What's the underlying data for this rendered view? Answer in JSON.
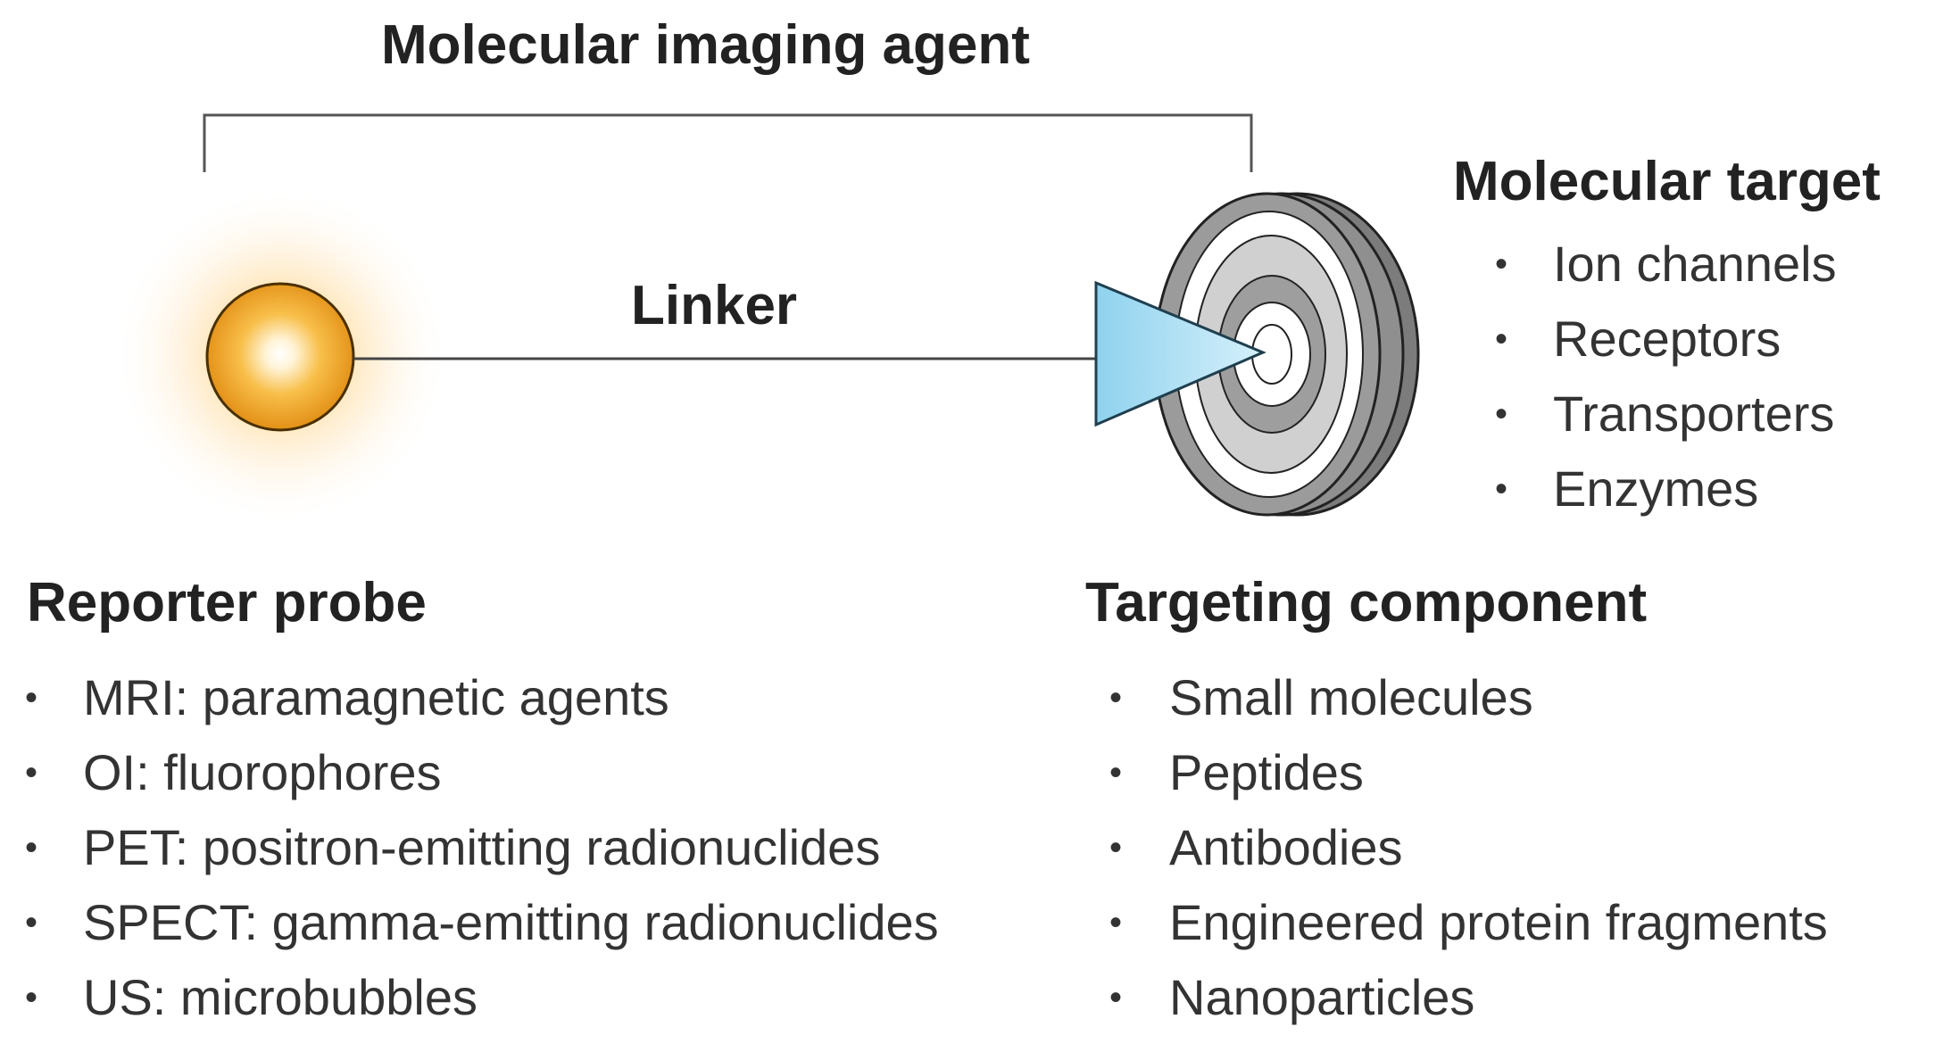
{
  "agent_label": "Molecular imaging agent",
  "linker_label": "Linker",
  "colors": {
    "probe_fill": "#f0a020",
    "probe_glow": "#ffd38a",
    "bracket_stroke": "#555555",
    "linker_stroke": "#444444",
    "arrow_fill": "#a9ddf1",
    "target_ring_dark": "#8f8f8f",
    "target_ring_light": "#d3d3d3"
  },
  "target": {
    "title": "Molecular target",
    "items": [
      "Ion channels",
      "Receptors",
      "Transporters",
      "Enzymes"
    ]
  },
  "reporter": {
    "title": "Reporter probe",
    "items": [
      "MRI: paramagnetic agents",
      "OI: fluorophores",
      "PET: positron-emitting radionuclides",
      "SPECT: gamma-emitting radionuclides",
      "US: microbubbles"
    ]
  },
  "targeting": {
    "title": "Targeting component",
    "items": [
      "Small molecules",
      "Peptides",
      "Antibodies",
      "Engineered protein fragments",
      "Nanoparticles"
    ]
  },
  "bullet_char": "•"
}
